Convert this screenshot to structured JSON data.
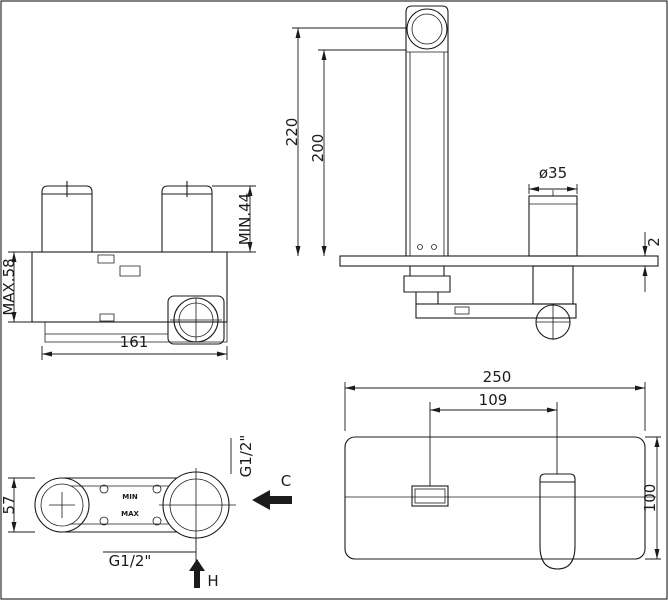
{
  "views": {
    "valve_front": {
      "dim_depth_max": "MAX.58",
      "dim_depth_min": "MIN.44",
      "dim_width": "161"
    },
    "faucet_side": {
      "dim_height_outer": "220",
      "dim_height_inner": "200",
      "dim_handle_diameter": "ø35",
      "dim_plate_thickness": "2"
    },
    "valve_top": {
      "dim_height": "57",
      "thread_side": "G1/2\"",
      "thread_bottom": "G1/2\"",
      "outlet_label": "C",
      "inlet_label": "H",
      "marking_min": "MIN",
      "marking_max": "MAX"
    },
    "plate_front": {
      "dim_width": "250",
      "dim_spacing": "109",
      "dim_height": "100"
    }
  },
  "colors": {
    "line": "#1b1b1b",
    "background": "#ffffff"
  }
}
